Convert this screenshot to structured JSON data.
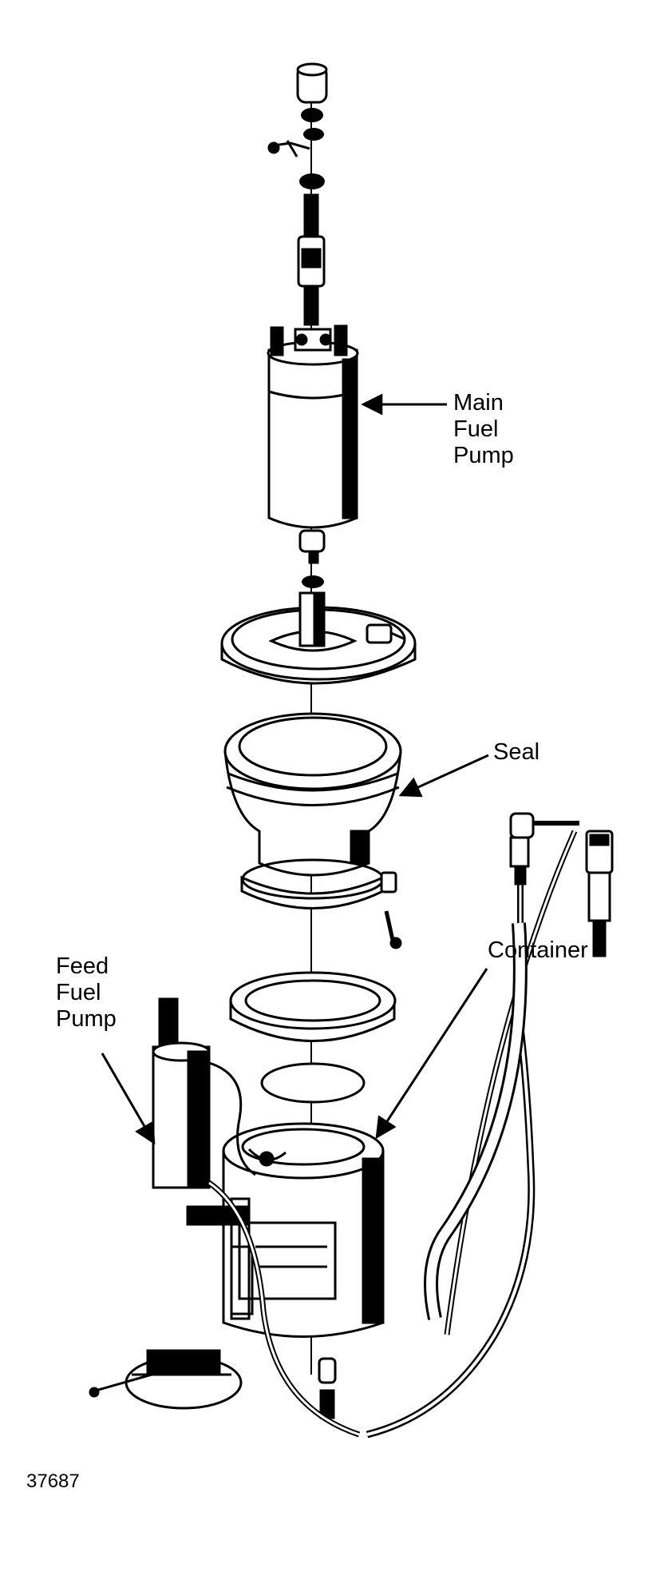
{
  "labels": {
    "main_fuel_pump": "Main\nFuel\nPump",
    "seal": "Seal",
    "container": "Container",
    "feed_fuel_pump": "Feed\nFuel\nPump"
  },
  "figure_number": "37687",
  "colors": {
    "ink": "#000000",
    "paper": "#ffffff"
  }
}
